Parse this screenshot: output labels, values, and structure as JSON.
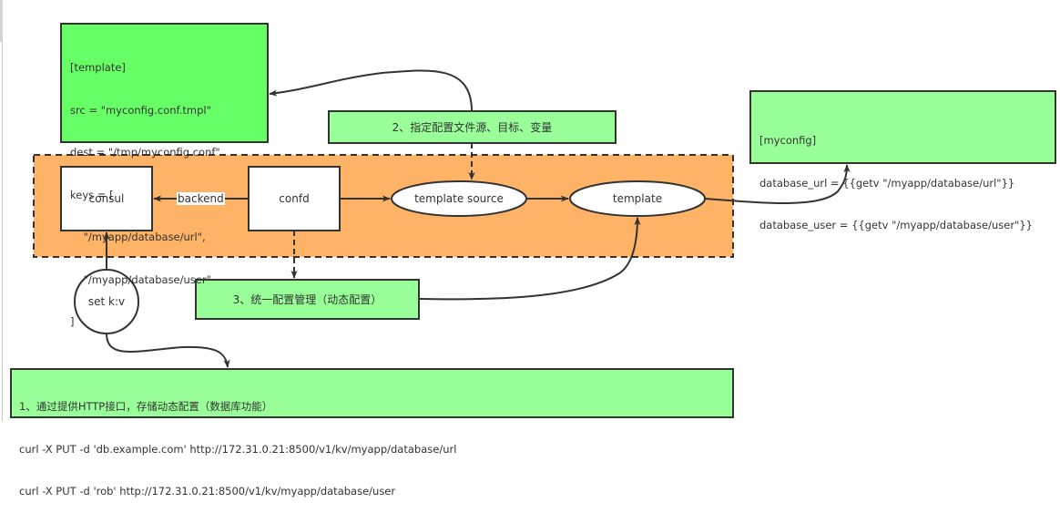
{
  "colors": {
    "container_fill": "#FFB366",
    "note_green_bright": "#66FF66",
    "note_green_light": "#99FF99",
    "node_fill": "#FFFFFF",
    "stroke": "#333333"
  },
  "nodes": {
    "consul": {
      "label": "consul"
    },
    "confd": {
      "label": "confd"
    },
    "template_source": {
      "label": "template source"
    },
    "template": {
      "label": "template"
    },
    "set_kv": {
      "label": "set k:v"
    }
  },
  "edges": {
    "backend_label": "backend"
  },
  "notes": {
    "template_config": {
      "lines": [
        "[template]",
        "src = \"myconfig.conf.tmpl\"",
        "dest = \"/tmp/myconfig.conf\"",
        "keys = [",
        "    \"/myapp/database/url\",",
        "    \"/myapp/database/user\"",
        "]"
      ]
    },
    "myconfig": {
      "lines": [
        "[myconfig]",
        "database_url = {{getv \"/myapp/database/url\"}}",
        "database_user = {{getv \"/myapp/database/user\"}}"
      ]
    },
    "step2": {
      "label": "2、指定配置文件源、目标、变量"
    },
    "step3": {
      "label": "3、统一配置管理（动态配置）"
    },
    "step1": {
      "lines": [
        "1、通过提供HTTP接口，存储动态配置（数据库功能）",
        "curl -X PUT -d 'db.example.com' http://172.31.0.21:8500/v1/kv/myapp/database/url",
        "curl -X PUT -d 'rob' http://172.31.0.21:8500/v1/kv/myapp/database/user"
      ]
    }
  }
}
